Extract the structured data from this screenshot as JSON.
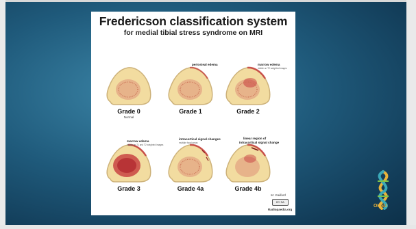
{
  "card": {
    "title": "Fredericson classification system",
    "subtitle": "for medial tibial stress syndrome on MRI"
  },
  "grades": [
    {
      "label": "Grade 0",
      "sublabel": "Normal",
      "annotation": "",
      "annotation_sub": ""
    },
    {
      "label": "Grade 1",
      "sublabel": "",
      "annotation": "periosteal edema",
      "annotation_sub": ""
    },
    {
      "label": "Grade 2",
      "sublabel": "",
      "annotation": "marrow edema",
      "annotation_sub": "visible on T2 weighted images"
    },
    {
      "label": "Grade 3",
      "sublabel": "",
      "annotation": "marrow edema",
      "annotation_sub": "visible on T1 and T2 weighted images"
    },
    {
      "label": "Grade 4a",
      "sublabel": "",
      "annotation": "intracortical signal changes",
      "annotation_sub": "multiple focal areas"
    },
    {
      "label": "Grade 4b",
      "sublabel": "",
      "annotation": "linear region of",
      "annotation_sub": "intracortical signal change"
    }
  ],
  "credit": {
    "signature": "M. Gaillard",
    "license": "BY SA",
    "site": "Radiopaedia.org"
  },
  "logo": {
    "text": "OHSU",
    "icon": "ohsu-helix-icon"
  },
  "colors": {
    "background": "#1f5a7b",
    "bone": "#f2dca0",
    "cortex": "#d8c08a",
    "marrow": "#d9896b",
    "edema": "#c0242e",
    "logo_gold": "#e8b33a",
    "logo_teal": "#3aa9b8"
  }
}
